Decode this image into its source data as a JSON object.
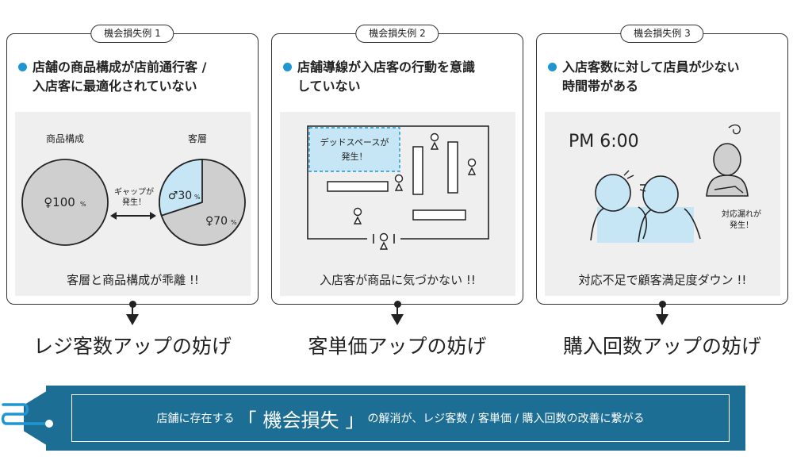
{
  "cards": [
    {
      "tag": "機会損失例 1",
      "headline_1": "店舗の商品構成が店前通行客 /",
      "headline_2": "入店客に最適化されていない",
      "label_left": "商品構成",
      "label_right": "客層",
      "pie_left_value": "♀100",
      "pie_left_unit": "%",
      "pie_right_male": "♂30",
      "pie_right_male_unit": "%",
      "pie_right_female": "♀70",
      "pie_right_female_unit": "%",
      "gap_1": "ギャップが",
      "gap_2": "発生！",
      "caption": "客層と商品構成が乖離 !!",
      "result": "レジ客数アップの妨げ"
    },
    {
      "tag": "機会損失例 2",
      "headline_1": "店舗導線が入店客の行動を意識",
      "headline_2": "していない",
      "dead_1": "デッドスペースが",
      "dead_2": "発生！",
      "caption": "入店客が商品に気づかない !!",
      "result": "客単価アップの妨げ"
    },
    {
      "tag": "機会損失例 3",
      "headline_1": "入店客数に対して店員が少ない",
      "headline_2": "時間帯がある",
      "time": "PM 6:00",
      "miss_1": "対応漏れが",
      "miss_2": "発生！",
      "caption": "対応不足で顧客満足度ダウン !!",
      "result": "購入回数アップの妨げ"
    }
  ],
  "banner": {
    "pre": "店舗に存在する",
    "open_bracket": "「",
    "highlight": "機会損失",
    "close_bracket": "」",
    "post": "の解消が、レジ客数 / 客単価 / 購入回数の改善に繋がる"
  },
  "colors": {
    "accent_blue": "#1f96cf",
    "banner_blue": "#1d6e95",
    "light_blue": "#c6e6f5",
    "pie_gray": "#cfcfcf"
  }
}
